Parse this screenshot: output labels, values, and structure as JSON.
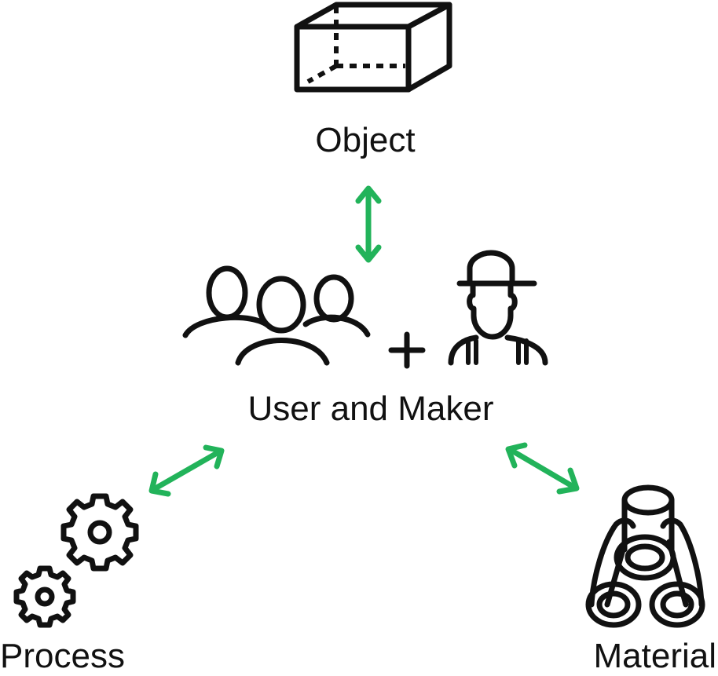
{
  "labels": {
    "object": "Object",
    "user_maker": "User and Maker",
    "process": "Process",
    "material": "Material",
    "plus": "+"
  },
  "icons": {
    "object": "cube-icon",
    "users": "user-group-icon",
    "maker": "worker-icon",
    "process": "gears-icon",
    "material": "pipes-icon"
  },
  "colors": {
    "arrow": "#22b35a",
    "ink": "#111111",
    "background": "#ffffff"
  }
}
